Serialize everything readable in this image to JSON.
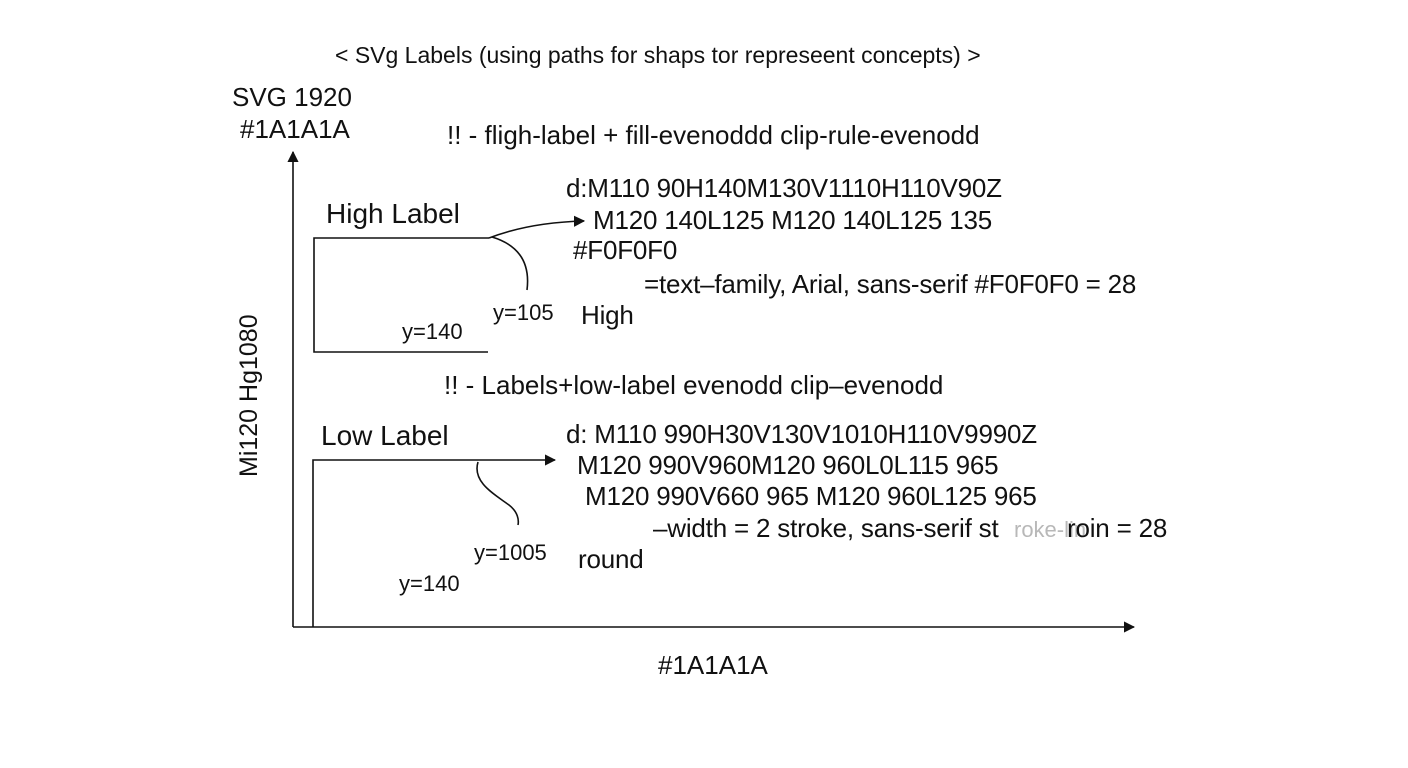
{
  "header": {
    "title": "< SVg Labels (using paths for shaps tor represeent concepts) >"
  },
  "corner": {
    "line1": "SVG 1920",
    "line2": "#1A1A1A"
  },
  "y_axis_label": "Mi120 Hg1080",
  "x_axis_label": "#1A1A1A",
  "high_section": {
    "note": "!! - fligh-label + fill-evenoddd clip-rule-evenodd",
    "label": "High Label",
    "path_line1": "d:M110 90H140M130V1110H110V90Z",
    "path_line2": "M120 140L125 M120 140L125 135",
    "fill": "#F0F0F0",
    "style_line": "=text–family, Arial, sans-serif #F0F0F0 = 28",
    "text_value": "High",
    "y_inner": "y=140",
    "y_curve": "y=105"
  },
  "low_section": {
    "note": "!! - Labels+low-label evenodd clip–evenodd",
    "label": "Low Label",
    "path_line1": "d: M110 990H30V130V1010H110V9990Z",
    "path_line2": "M120 990V960M120 960L0L115 965",
    "path_line3": "M120 990V660 965 M120 960L125 965",
    "style_line_a": "–width = 2 stroke, sans-serif st",
    "style_line_overlay": "roke-lin",
    "style_line_b": "roin = 28",
    "text_value": "round",
    "y_curve": "y=1005",
    "y_inner": "y=140"
  },
  "colors": {
    "ink": "#111111",
    "background": "#ffffff",
    "faint": "#b8b8b8"
  }
}
